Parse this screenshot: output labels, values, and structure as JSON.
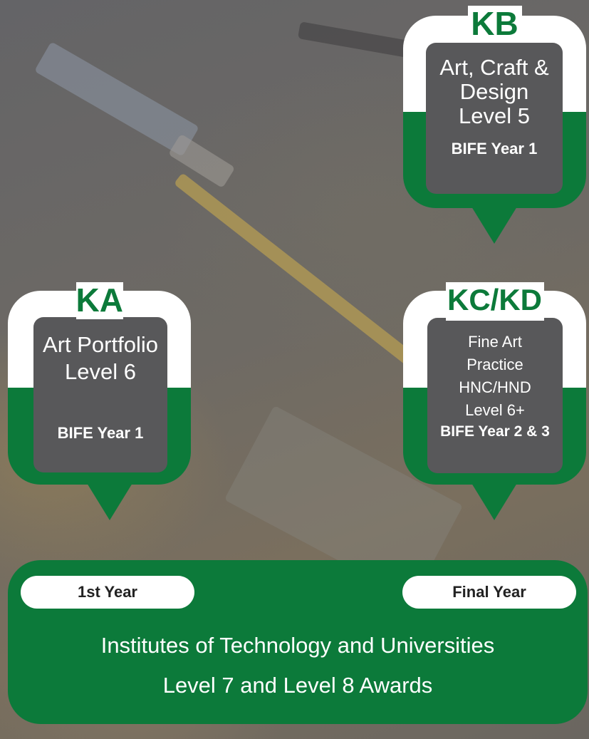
{
  "nodes": {
    "kb": {
      "code": "KB",
      "title_lines": [
        "Art, Craft &",
        "Design",
        "Level 5"
      ],
      "footer": "BIFE Year 1"
    },
    "ka": {
      "code": "KA",
      "title_lines": [
        "Art Portfolio",
        "Level 6"
      ],
      "footer": "BIFE Year 1"
    },
    "kckd": {
      "code": "KC/KD",
      "title_lines": [
        "Fine Art",
        "Practice",
        "HNC/HND",
        "Level 6+"
      ],
      "footer": "BIFE Year 2 & 3"
    }
  },
  "destination": {
    "pills": [
      "1st Year",
      "Final Year"
    ],
    "lines": [
      "Institutes of Technology and Universities",
      "Level 7 and Level 8 Awards"
    ]
  },
  "colors": {
    "green": "#0c7a3a",
    "panel": "#58585a",
    "white": "#ffffff"
  }
}
